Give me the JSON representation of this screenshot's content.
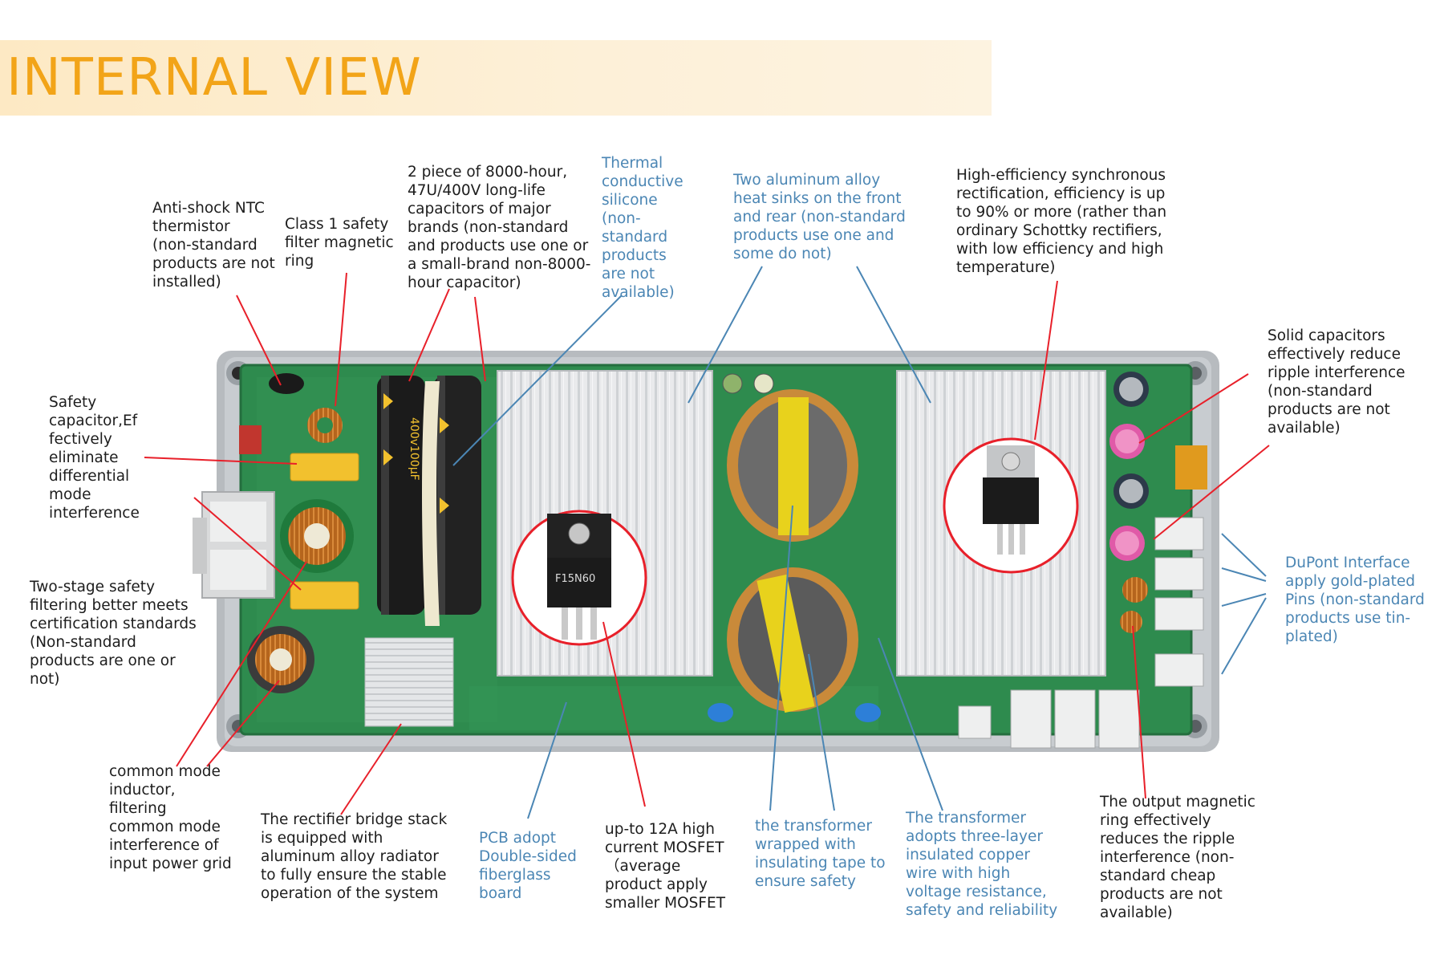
{
  "header": {
    "title": "INTERNAL VIEW"
  },
  "labels": {
    "ntc": "Anti-shock NTC\nthermistor\n(non-standard\nproducts are not\ninstalled)",
    "filter_ring": "Class 1 safety\nfilter magnetic\nring",
    "capacitors": "2 piece of 8000-hour,\n47U/400V long-life\ncapacitors of major\nbrands (non-standard\nand products use one or\na small-brand non-8000-\nhour capacitor)",
    "silicone": "Thermal\nconductive\nsilicone\n(non-\nstandard\nproducts\nare not\navailable)",
    "heatsinks": "Two aluminum alloy\nheat sinks on the front\nand rear (non-standard\nproducts use one and\nsome do not)",
    "rectification": "High-efficiency synchronous\nrectification, efficiency is up\nto 90% or more (rather than\nordinary Schottky rectifiers,\nwith low efficiency and high\ntemperature)",
    "solid_caps": "Solid capacitors\neffectively reduce\nripple interference\n(non-standard\nproducts are not\navailable)",
    "safety_cap": "Safety\ncapacitor,Ef\nfectively\neliminate\ndifferential\nmode\ninterference",
    "two_stage": "Two-stage safety\nfiltering better meets\ncertification standards\n(Non-standard\nproducts are one or\nnot)",
    "dupont": "DuPont Interface\napply gold-plated\nPins (non-standard\nproducts use tin-\nplated)",
    "common_mode": "common mode\ninductor,\nfiltering\ncommon mode\ninterference of\ninput power grid",
    "bridge": "The rectifier bridge stack\nis equipped with\naluminum alloy radiator\nto fully ensure the stable\noperation of the system",
    "pcb": "PCB adopt\nDouble-sided\nfiberglass\nboard",
    "mosfet": "up-to 12A high\ncurrent MOSFET\n（average\nproduct apply\nsmaller MOSFET",
    "tape": "the transformer\nwrapped with\ninsulating tape to\nensure safety",
    "wire": "The transformer\nadopts three-layer\ninsulated copper\nwire with high\nvoltage resistance,\nsafety and reliability",
    "output_ring": "The output magnetic\nring effectively\nreduces the ripple\ninterference (non-\nstandard cheap\nproducts are not\navailable)"
  },
  "components": {
    "mosfet_marking": "F15N60",
    "capacitor_marking": "400v100μF"
  },
  "colors": {
    "title": "#f2a418",
    "banner": "#fdf0d8",
    "red_leader": "#e8202a",
    "blue_leader": "#4b86b4",
    "blue_text": "#4b86b4",
    "pcb_green": "#2e8b4e"
  }
}
